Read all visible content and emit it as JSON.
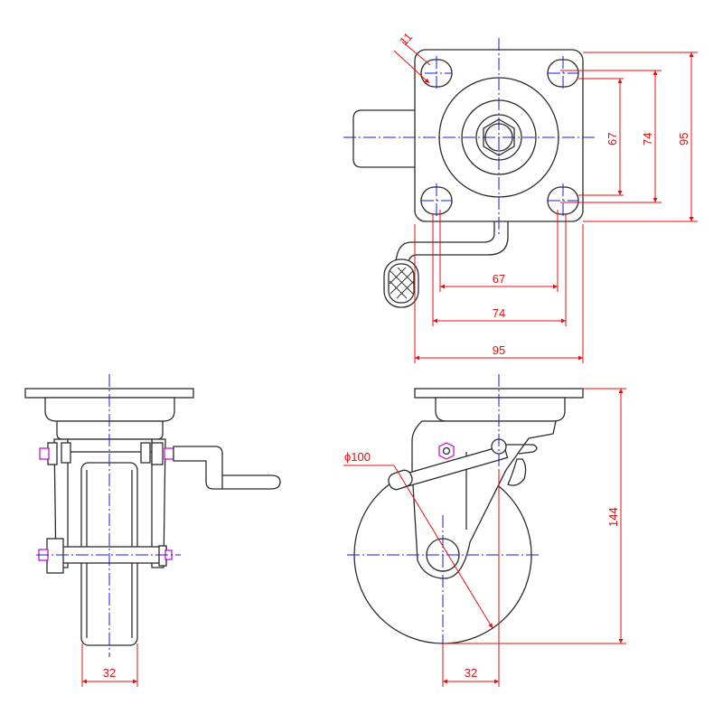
{
  "dimensions": {
    "top_view": {
      "hole_diameter": "11",
      "hole_spacing_inner_v": "67",
      "hole_spacing_outer_v": "74",
      "plate_height": "95",
      "hole_spacing_inner_h": "67",
      "hole_spacing_outer_h": "74",
      "plate_width": "95"
    },
    "front_view": {
      "wheel_width": "32"
    },
    "side_view": {
      "wheel_diameter": "ϕ100",
      "overall_height": "144",
      "offset": "32"
    }
  },
  "colors": {
    "outline": "#2b2b2b",
    "centerline": "#1a1adf",
    "dimension": "#e01010",
    "bolt": "#c800c8"
  }
}
